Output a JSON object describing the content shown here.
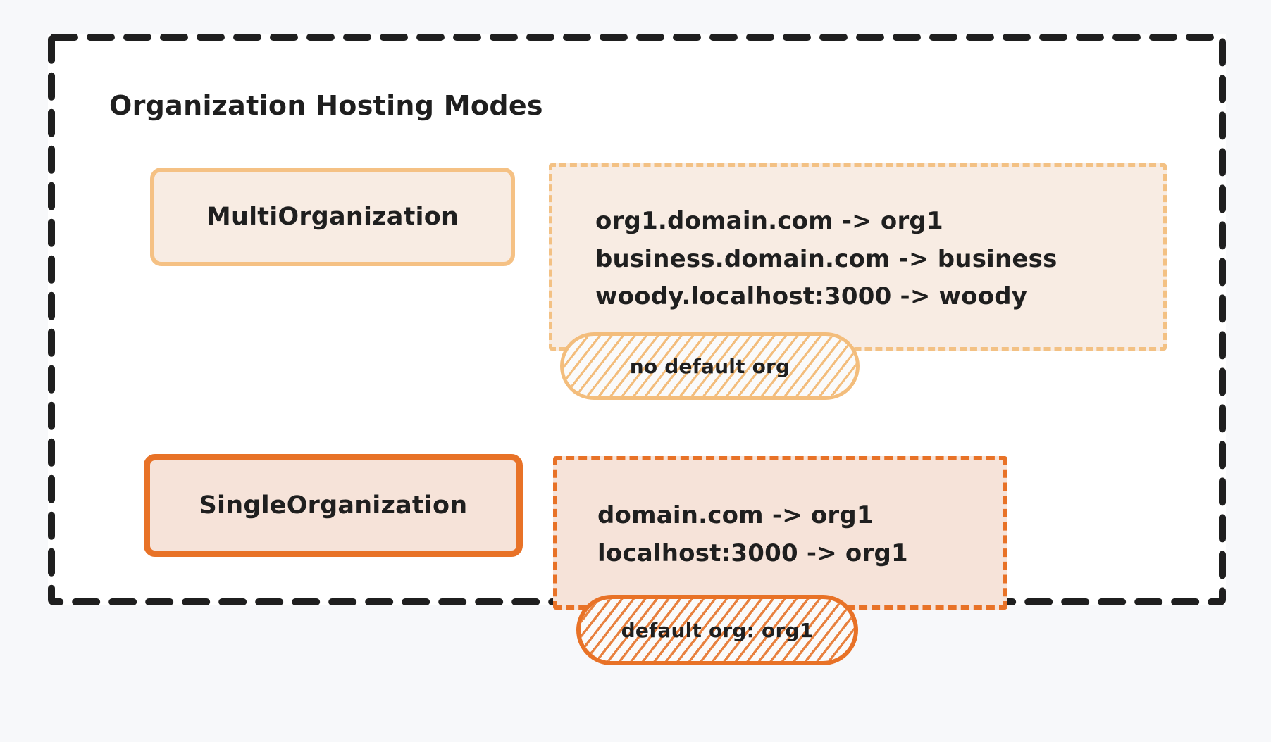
{
  "page": {
    "background_color": "#f7f8fa",
    "frame_border_color": "#1f1f1f"
  },
  "title": "Organization Hosting Modes",
  "modes": [
    {
      "id": "multi-organization",
      "label": "MultiOrganization",
      "accent_color": "#f5c184",
      "fill_color": "#f8ece3",
      "mappings": [
        "org1.domain.com -> org1",
        "business.domain.com -> business",
        "woody.localhost:3000 -> woody"
      ],
      "pill_label": "no default org"
    },
    {
      "id": "single-organization",
      "label": "SingleOrganization",
      "accent_color": "#e87227",
      "fill_color": "#f6e3d9",
      "mappings": [
        "domain.com -> org1",
        "localhost:3000 -> org1"
      ],
      "pill_label": "default org: org1"
    }
  ]
}
